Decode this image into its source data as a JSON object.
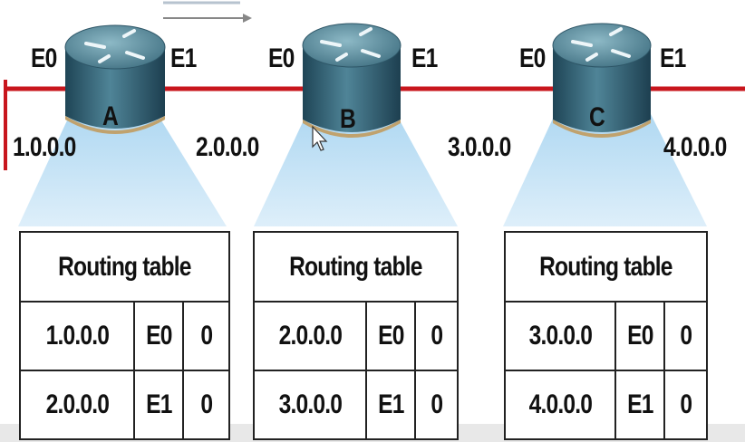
{
  "routers": [
    {
      "name": "A",
      "e0": "E0",
      "e1": "E1",
      "left_net": "1.0.0.0",
      "right_net": "2.0.0.0",
      "table": {
        "title": "Routing table",
        "rows": [
          [
            "1.0.0.0",
            "E0",
            "0"
          ],
          [
            "2.0.0.0",
            "E1",
            "0"
          ]
        ]
      }
    },
    {
      "name": "B",
      "e0": "E0",
      "e1": "E1",
      "left_net": "",
      "right_net": "3.0.0.0",
      "table": {
        "title": "Routing table",
        "rows": [
          [
            "2.0.0.0",
            "E0",
            "0"
          ],
          [
            "3.0.0.0",
            "E1",
            "0"
          ]
        ]
      }
    },
    {
      "name": "C",
      "e0": "E0",
      "e1": "E1",
      "left_net": "",
      "right_net": "4.0.0.0",
      "table": {
        "title": "Routing table",
        "rows": [
          [
            "3.0.0.0",
            "E0",
            "0"
          ],
          [
            "4.0.0.0",
            "E1",
            "0"
          ]
        ]
      }
    }
  ],
  "colors": {
    "link": "#c8161d",
    "router_top": "#5b8a9a",
    "router_side": "#2f5c6e",
    "beam": "#b9dcf2"
  },
  "icons": [
    "router-icon",
    "arrow-icon",
    "cursor-icon"
  ]
}
